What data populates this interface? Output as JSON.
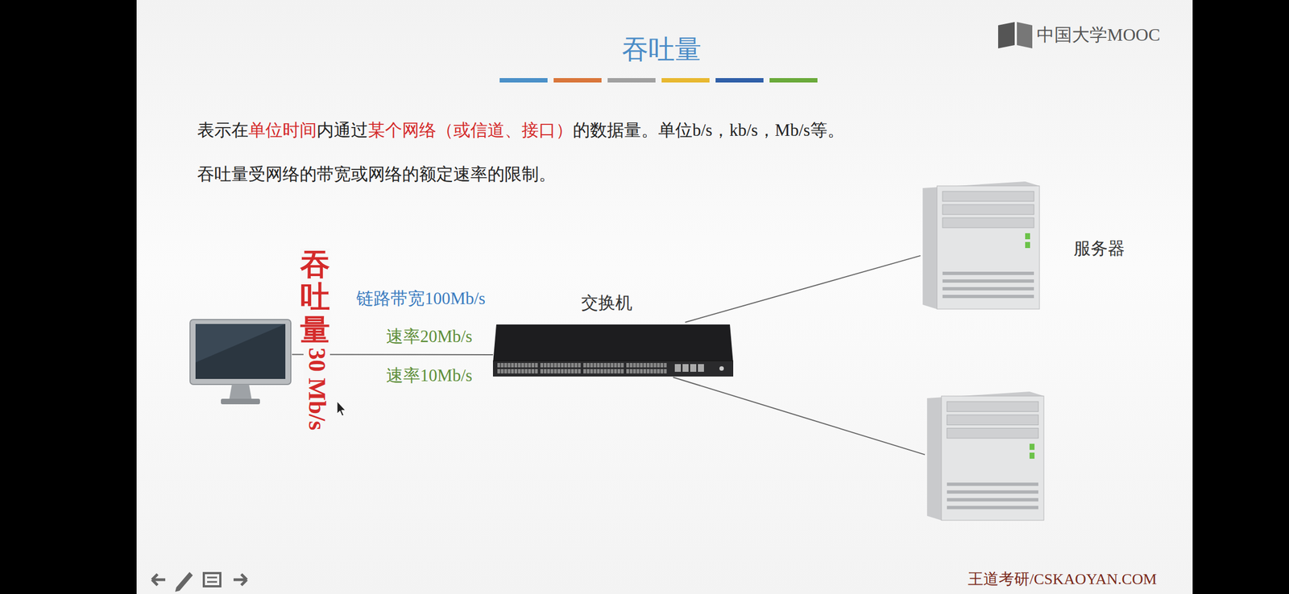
{
  "diagram": {
    "title": "吞吐量",
    "nodes": [
      {
        "text": []
      },
      {
        "text": [
          "交换机"
        ]
      },
      {
        "text": [
          "服务器"
        ]
      },
      {
        "text": []
      }
    ],
    "edges": [
      {
        "from": 0,
        "to": 1,
        "arrow": "none"
      },
      {
        "from": 1,
        "to": 2,
        "arrow": "none"
      },
      {
        "from": 1,
        "to": 3,
        "arrow": "none"
      }
    ],
    "labels": [
      "表示在",
      "单位时间",
      "内通过",
      "某个网络（或信道、接口）",
      "的数据量。单位b/s，kb/s，Mb/s等。",
      "吞吐量受网络的带宽或网络的额定速率的限制。",
      "链路带宽100Mb/s",
      "速率20Mb/s",
      "速率10Mb/s",
      "吞吐量",
      "30 Mb/s",
      "中国大学MOOC",
      "王道考研/CSKAOYAN.COM"
    ]
  }
}
